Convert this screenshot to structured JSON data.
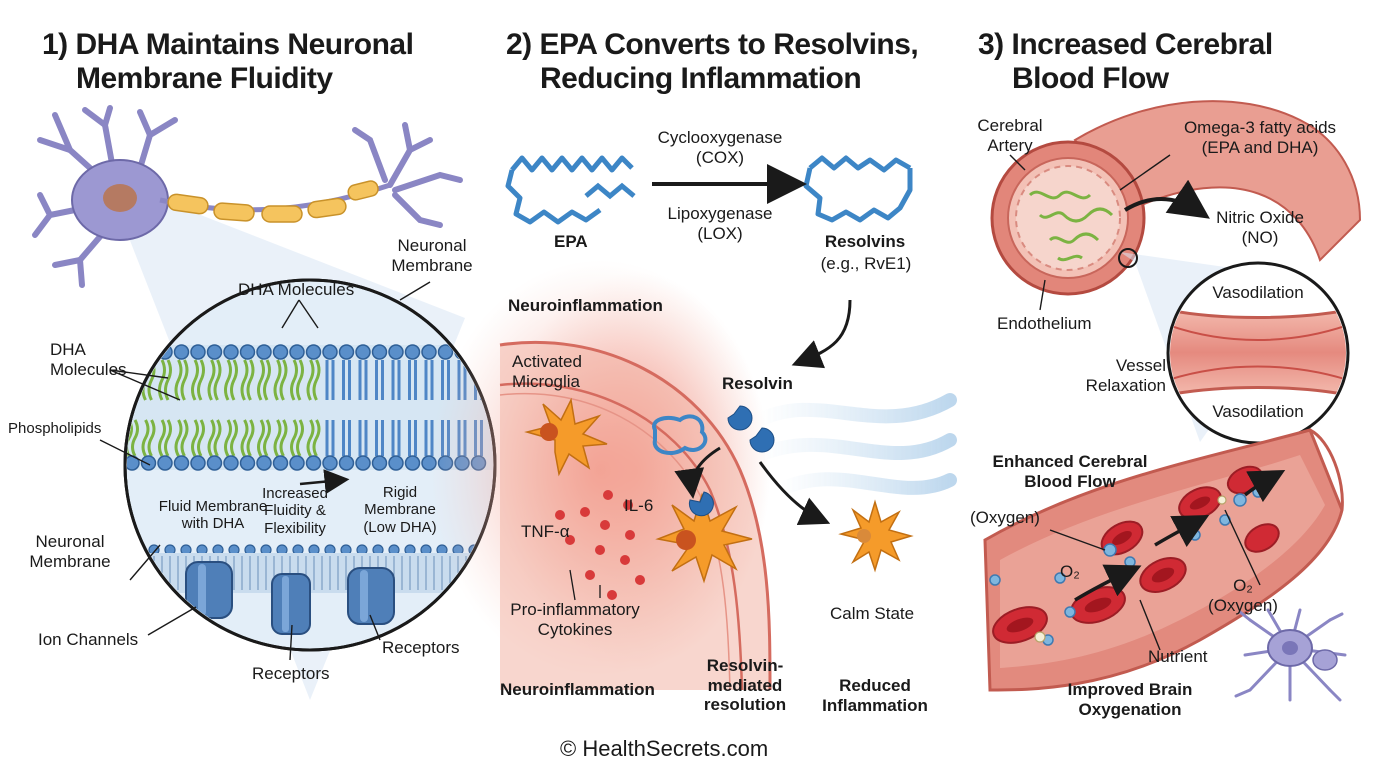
{
  "panel1": {
    "title_line1": "1) DHA Maintains Neuronal",
    "title_line2": "Membrane Fluidity",
    "label_neuronal_membrane_top": "Neuronal\nMembrane",
    "label_dha_molecules_top": "DHA Molecules",
    "label_dha_molecules_left": "DHA\nMolecules",
    "label_phospholipids": "Phospholipids",
    "label_fluid": "Fluid Membrane\nwith DHA",
    "label_increased": "Increased\nFluidity &\nFlexibility",
    "label_rigid": "Rigid\nMembrane\n(Low DHA)",
    "label_neuronal_membrane_bottom": "Neuronal\nMembrane",
    "label_ion_channels": "Ion Channels",
    "label_receptors_center": "Receptors",
    "label_receptors_right": "Receptors"
  },
  "panel2": {
    "title_line1": "2) EPA Converts to Resolvins,",
    "title_line2": "Reducing Inflammation",
    "label_cox": "Cyclooxygenase\n(COX)",
    "label_lox": "Lipoxygenase\n(LOX)",
    "label_epa": "EPA",
    "label_resolvins": "Resolvins",
    "label_resolvins_eg": "(e.g., RvE1)",
    "label_neuroinflammation_top": "Neuroinflammation",
    "label_activated_microglia": "Activated\nMicroglia",
    "label_resolvin": "Resolvin",
    "label_il6": "IL-6",
    "label_tnf": "TNF-α",
    "label_cytokines": "Pro-inflammatory\nCytokines",
    "label_calm": "Calm State",
    "label_neuroinflammation_bottom": "Neuroinflammation",
    "label_resolvin_mediated": "Resolvin-\nmediated\nresolution",
    "label_reduced": "Reduced\nInflammation"
  },
  "panel3": {
    "title_line1": "3) Increased Cerebral",
    "title_line2": "Blood Flow",
    "label_cerebral_artery": "Cerebral\nArtery",
    "label_omega3": "Omega-3 fatty acids\n(EPA and DHA)",
    "label_nitric_oxide": "Nitric Oxide\n(NO)",
    "label_endothelium": "Endothelium",
    "label_vasodilation_top": "Vasodilation",
    "label_vasodilation_bottom": "Vasodilation",
    "label_vessel_relaxation": "Vessel\nRelaxation",
    "label_enhanced_flow": "Enhanced Cerebral\nBlood Flow",
    "label_oxygen_left": "(Oxygen)",
    "label_o2_center": "O₂",
    "label_o2_right": "O₂\n(Oxygen)",
    "label_nutrient": "Nutrient",
    "label_improved": "Improved Brain\nOxygenation"
  },
  "footer": {
    "copyright": "© HealthSecrets.com"
  },
  "colors": {
    "membrane_blue": "#4f86c6",
    "dha_green": "#7cb342",
    "inflammation_red": "#e0554a",
    "microglia_orange": "#f59b2a",
    "blood_red": "#c9303a",
    "vessel_pink": "#e8a39a"
  }
}
